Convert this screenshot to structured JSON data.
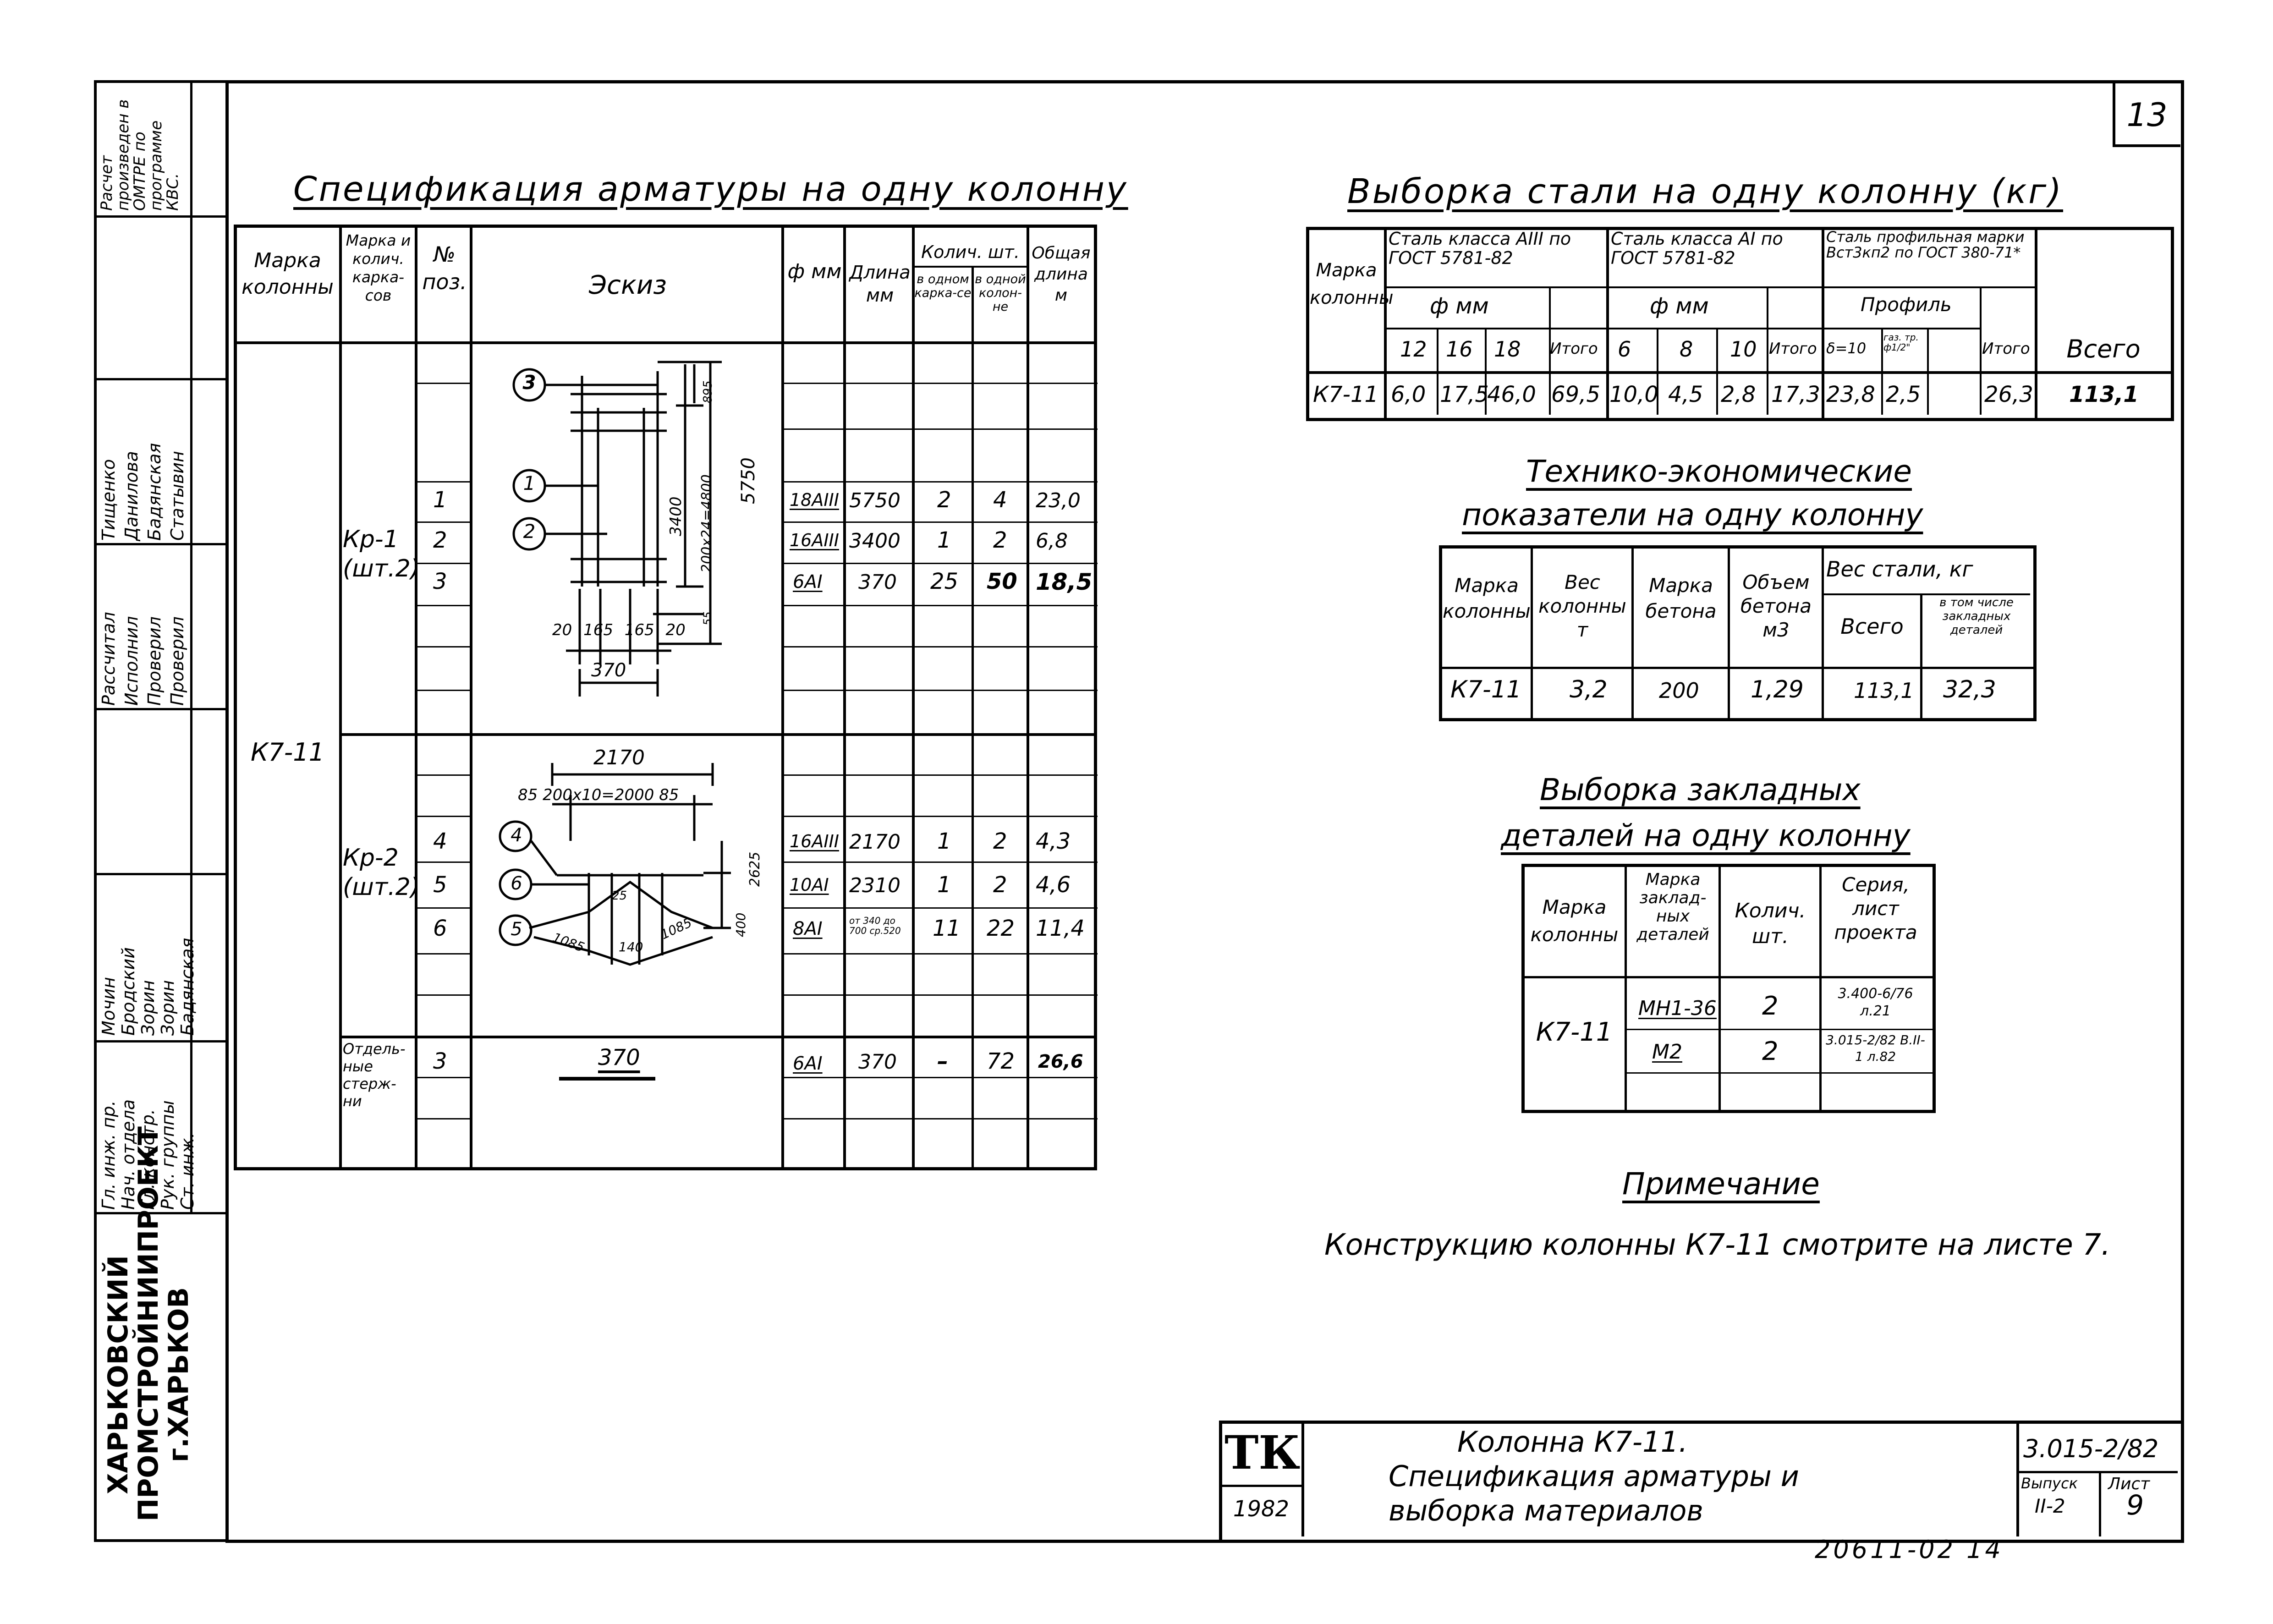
{
  "sheet_number": "13",
  "spec": {
    "title": "Спецификация арматуры на одну колонну",
    "headers": {
      "marka_kolonny": "Марка колонны",
      "marka_karkasov": "Марка и колич. карка-сов",
      "poz": "№ поз.",
      "eskiz": "Эскиз",
      "diam": "ф мм",
      "dlina": "Длина мм",
      "kolich": "Колич. шт.",
      "v_karkase": "в одном карка-се",
      "v_kolonne": "в одной колон-не",
      "obshchaya": "Общая длина м"
    },
    "column_mark": "К7-11",
    "groups": [
      {
        "mark": "Кр-1",
        "count": "(шт.2)",
        "rows": [
          {
            "poz": "1",
            "diam": "18АIII",
            "length": "5750",
            "per_frame": "2",
            "per_column": "4",
            "total": "23,0"
          },
          {
            "poz": "2",
            "diam": "16АIII",
            "length": "3400",
            "per_frame": "1",
            "per_column": "2",
            "total": "6,8"
          },
          {
            "poz": "3",
            "diam": "6АI",
            "length": "370",
            "per_frame": "25",
            "per_column": "50",
            "total": "18,5"
          }
        ]
      },
      {
        "mark": "Кр-2",
        "count": "(шт.2)",
        "rows": [
          {
            "poz": "4",
            "diam": "16АIII",
            "length": "2170",
            "per_frame": "1",
            "per_column": "2",
            "total": "4,3"
          },
          {
            "poz": "5",
            "diam": "10АI",
            "length": "2310",
            "per_frame": "1",
            "per_column": "2",
            "total": "4,6"
          },
          {
            "poz": "6",
            "diam": "8АI",
            "length": "от 340 до 700 ср.520",
            "per_frame": "11",
            "per_column": "22",
            "total": "11,4"
          }
        ]
      },
      {
        "mark": "Отдель-ные стерж-ни",
        "count": "",
        "rows": [
          {
            "poz": "3",
            "diam": "6АI",
            "length": "370",
            "per_frame": "–",
            "per_column": "72",
            "total": "26,6"
          }
        ]
      }
    ],
    "sketch1": {
      "dim_total": "5750",
      "dim_4800": "200х24=4800",
      "dim_3400": "3400",
      "dim_top": "895",
      "dim_bot": "55",
      "bottom": "20 165 165 20",
      "width": "370",
      "callouts": [
        "3",
        "1",
        "2"
      ]
    },
    "sketch2": {
      "dim_2170": "2170",
      "dim_mid": "85 200х10=2000 85",
      "dim_right": "2625",
      "dim_400": "400",
      "dim_angle": "25",
      "dim_1085a": "1085",
      "dim_140": "140",
      "dim_1085b": "1085",
      "callouts": [
        "4",
        "6",
        "5"
      ]
    },
    "sketch3": {
      "length": "370"
    }
  },
  "steel": {
    "title": "Выборка стали на одну колонну (кг)",
    "h_marka": "Марка колонны",
    "h_a3": "Сталь класса АIII по ГОСТ 5781-82",
    "h_a1": "Сталь класса АI по ГОСТ 5781-82",
    "h_prof": "Сталь профильная марки Вст3кп2 по ГОСТ 380-71*",
    "h_fmm1": "ф мм",
    "h_fmm2": "ф мм",
    "h_profil": "Профиль",
    "h_total": "Всего",
    "sub": [
      "12",
      "16",
      "18",
      "Итого",
      "6",
      "8",
      "10",
      "Итого",
      "δ=10",
      "газ. тр. ф1/2\"",
      "",
      "Итого"
    ],
    "row": {
      "mark": "К7-11",
      "values": [
        "6,0",
        "17,5",
        "46,0",
        "69,5",
        "10,0",
        "4,5",
        "2,8",
        "17,3",
        "23,8",
        "2,5",
        "",
        "26,3"
      ],
      "total": "113,1"
    }
  },
  "tech": {
    "title_line1": "Технико-экономические",
    "title_line2": "показатели на одну колонну",
    "h_marka": "Марка колонны",
    "h_ves": "Вес колонны т",
    "h_beton": "Марка бетона",
    "h_obem": "Объем бетона м3",
    "h_vesstali": "Вес стали, кг",
    "h_vsego": "Всего",
    "h_vtomchisle": "в том числе закладных деталей",
    "row": {
      "mark": "К7-11",
      "ves": "3,2",
      "beton": "200",
      "obem": "1,29",
      "vsego": "113,1",
      "zakl": "32,3"
    }
  },
  "embed": {
    "title_line1": "Выборка закладных",
    "title_line2": "деталей на одну колонну",
    "h_marka": "Марка колонны",
    "h_zakl": "Марка заклад-ных деталей",
    "h_kol": "Колич. шт.",
    "h_seria": "Серия, лист проекта",
    "mark": "К7-11",
    "rows": [
      {
        "detail": "МН1-36",
        "qty": "2",
        "series": "3.400-6/76 л.21"
      },
      {
        "detail": "М2",
        "qty": "2",
        "series": "3.015-2/82 В.II-1 л.82"
      }
    ]
  },
  "note": {
    "title": "Примечание",
    "text": "Конструкцию колонны К7-11 смотрите на листе 7."
  },
  "titleblock": {
    "logo": "ТК",
    "year": "1982",
    "name_line1": "Колонна К7-11.",
    "name_line2": "Спецификация арматуры и",
    "name_line3": "выборка материалов",
    "code": "3.015-2/82",
    "vypusk_label": "Выпуск",
    "list_label": "Лист",
    "vypusk": "II-2",
    "list": "9",
    "inv": "20611-02 14"
  },
  "stamp": {
    "org": "ХАРЬКОВСКИЙ ПРОМСТРОЙНИИПРОЕКТ г.ХАРЬКОВ",
    "roles": [
      "Гл. инж. пр.",
      "Нач. отдела",
      "Гл. констр.",
      "Рук. группы",
      "Ст. инж."
    ],
    "names": [
      "Мочин",
      "Бродский",
      "Зорин",
      "Зорин",
      "Бадянская"
    ],
    "roles2": [
      "Рассчитал",
      "Исполнил",
      "Проверил",
      "Проверил"
    ],
    "names2": [
      "Тищенко",
      "Данилова",
      "Бадянская",
      "Статывин"
    ],
    "calc_note": "Расчет произведен в ОМТРЕ по программе КВС."
  }
}
